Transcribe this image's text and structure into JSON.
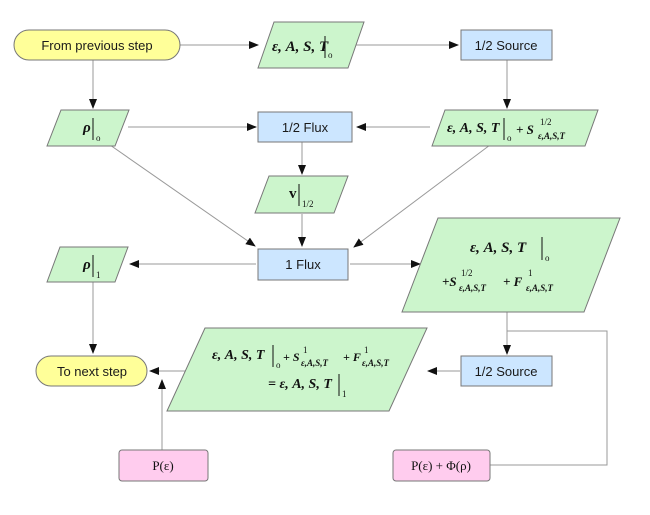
{
  "nodes": {
    "from_prev": {
      "label": "From previous step",
      "color": "#ffff99"
    },
    "to_next": {
      "label": "To next step",
      "color": "#ffff99"
    },
    "half_source_1": {
      "label": "1/2 Source",
      "color": "#cce6ff"
    },
    "half_flux": {
      "label": "1/2 Flux",
      "color": "#cce6ff"
    },
    "one_flux": {
      "label": "1 Flux",
      "color": "#cce6ff"
    },
    "half_source_2": {
      "label": "1/2 Source",
      "color": "#cce6ff"
    },
    "state_o": {
      "main": "ε, A, S, T",
      "sub": "o",
      "color": "#ccf5cc"
    },
    "rho_o": {
      "main": "ρ",
      "sub": "o"
    },
    "state_half": {
      "main": "ε, A, S, T",
      "sub": "o",
      "plus": "+ S",
      "sup": "1/2",
      "subsub": "ε,A,S,T"
    },
    "v_half": {
      "main": "v",
      "sub": "1/2"
    },
    "rho_1": {
      "main": "ρ",
      "sub": "1"
    },
    "state_flux": {
      "line1_main": "ε, A, S, T",
      "line1_sub": "o",
      "line2_plus1": "+S",
      "line2_sup1": "1/2",
      "line2_sub1": "ε,A,S,T",
      "line2_plus2": "+ F",
      "line2_sup2": "1",
      "line2_sub2": "ε,A,S,T"
    },
    "state_final": {
      "line1_main": "ε, A, S, T",
      "line1_sub": "o",
      "plus1": "+ S",
      "sup1": "1",
      "sub1": "ε,A,S,T",
      "plus2": "+ F",
      "sup2": "1",
      "sub2": "ε,A,S,T",
      "line2_eq": "= ε, A, S, T",
      "line2_sub": "1"
    },
    "p_eps": {
      "label": "P(ε)",
      "color": "#ffccee"
    },
    "p_eps_phi": {
      "label": "P(ε) + Φ(ρ)",
      "color": "#ffccee"
    }
  },
  "colors": {
    "edge": "#999999",
    "arrow": "#111111",
    "stroke": "#777777"
  }
}
